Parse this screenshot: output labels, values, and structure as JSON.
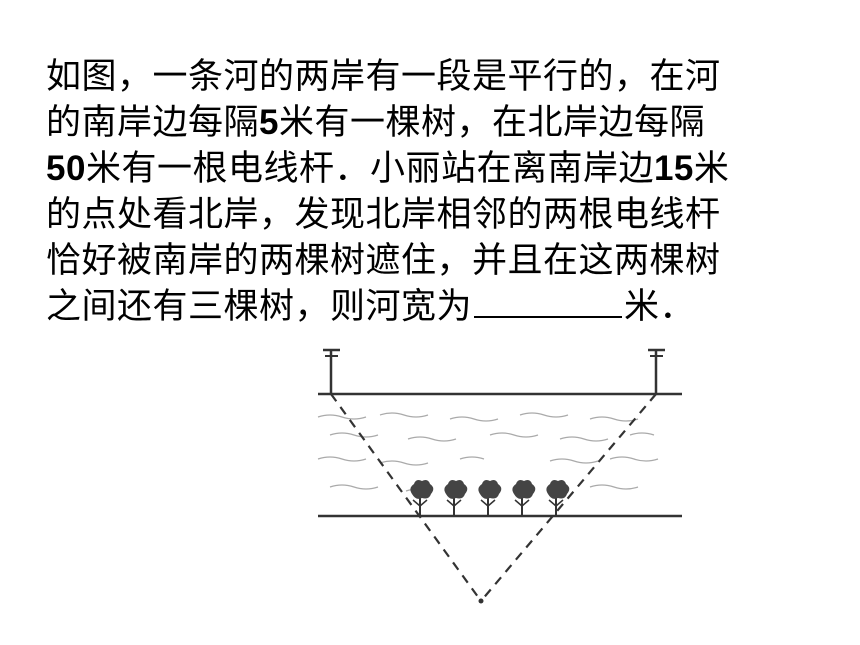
{
  "problem": {
    "lines": [
      "如图，一条河的两岸有一段是平行的，在河",
      "的南岸边每隔5米有一棵树，在北岸边每隔",
      "50米有一根电线杆．小丽站在离南岸边15米",
      "的点处看北岸，发现北岸相邻的两根电线杆",
      "恰好被南岸的两棵树遮住，并且在这两棵树"
    ],
    "last_line_before_blank": "之间还有三棵树，则河宽为",
    "last_line_after_blank": "米．"
  },
  "figure": {
    "pole_count": 2,
    "tree_count": 5,
    "stroke_color": "#333333"
  }
}
